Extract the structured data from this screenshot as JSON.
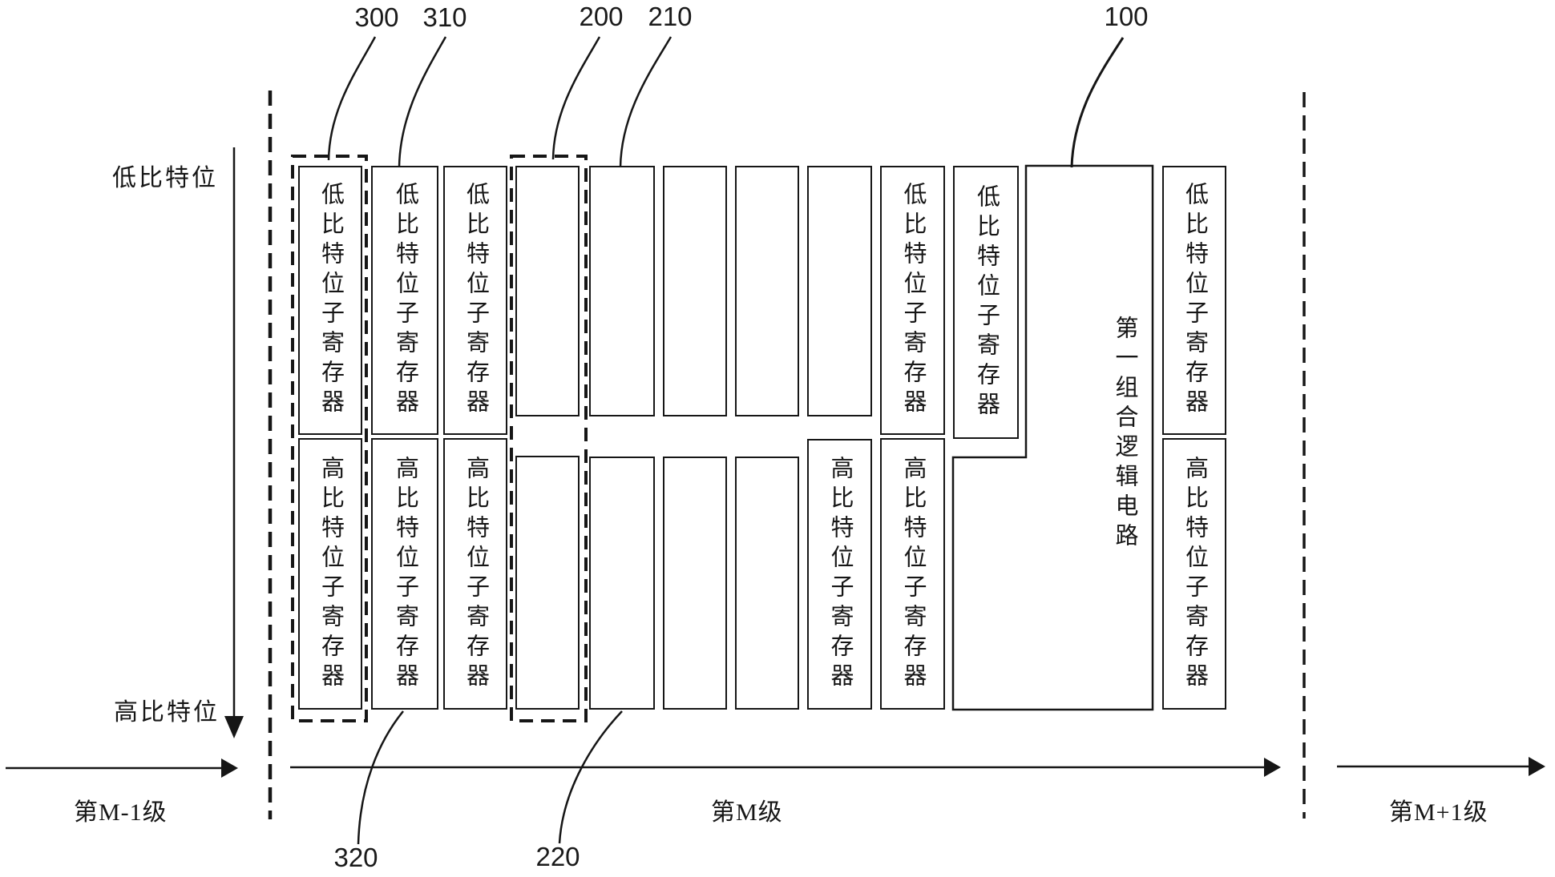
{
  "refs": {
    "r300": "300",
    "r310": "310",
    "r200": "200",
    "r210": "210",
    "r100": "100",
    "r320": "320",
    "r220": "220"
  },
  "axis": {
    "low_bit": "低比特位",
    "high_bit": "高比特位"
  },
  "stages": {
    "previous": "第M-1级",
    "current": "第M级",
    "next": "第M+1级"
  },
  "logic_block": {
    "label": "第一组合逻辑电路"
  },
  "columns": [
    {
      "low": "低比特位子寄存器",
      "high": "高比特位子寄存器"
    },
    {
      "low": "低比特位子寄存器",
      "high": "高比特位子寄存器"
    },
    {
      "low": "低比特位子寄存器",
      "high": "高比特位子寄存器"
    },
    {
      "low": "",
      "high": ""
    },
    {
      "low": "",
      "high": ""
    },
    {
      "low": "",
      "high": ""
    },
    {
      "low": "",
      "high": ""
    },
    {
      "low": "",
      "high": "高比特位子寄存器"
    },
    {
      "low": "低比特位子寄存器",
      "high": "高比特位子寄存器"
    },
    {
      "low": "低比特位子寄存器"
    },
    {
      "low": "低比特位子寄存器",
      "high": "高比特位子寄存器"
    }
  ]
}
